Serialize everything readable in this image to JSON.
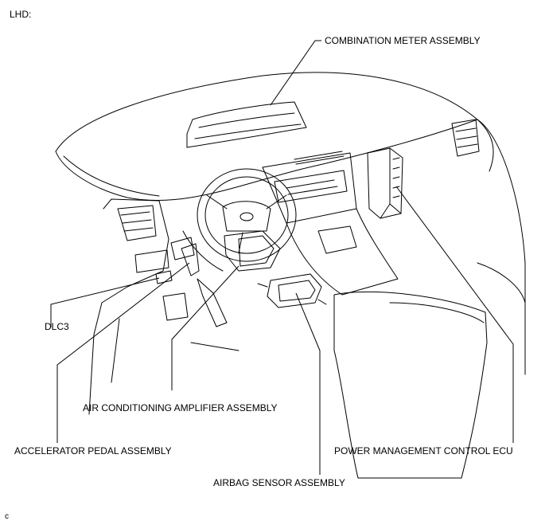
{
  "header": {
    "variant": "LHD:"
  },
  "labels": {
    "combination_meter": "COMBINATION METER ASSEMBLY",
    "dlc3": "DLC3",
    "air_conditioning_amplifier": "AIR CONDITIONING AMPLIFIER ASSEMBLY",
    "accelerator_pedal": "ACCELERATOR PEDAL ASSEMBLY",
    "power_management_ecu": "POWER MANAGEMENT CONTROL ECU",
    "airbag_sensor": "AIRBAG SENSOR ASSEMBLY"
  },
  "footer": {
    "code": "c"
  }
}
